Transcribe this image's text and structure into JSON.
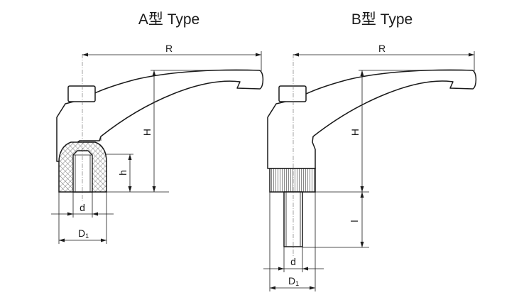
{
  "view_a": {
    "title": "A型 Type",
    "dim_R": "R",
    "dim_H": "H",
    "dim_h": "h",
    "dim_d": "d",
    "dim_D1_main": "D",
    "dim_D1_sub": "1"
  },
  "view_b": {
    "title": "B型 Type",
    "dim_R": "R",
    "dim_H": "H",
    "dim_l": "l",
    "dim_d": "d",
    "dim_D1_main": "D",
    "dim_D1_sub": "1"
  }
}
